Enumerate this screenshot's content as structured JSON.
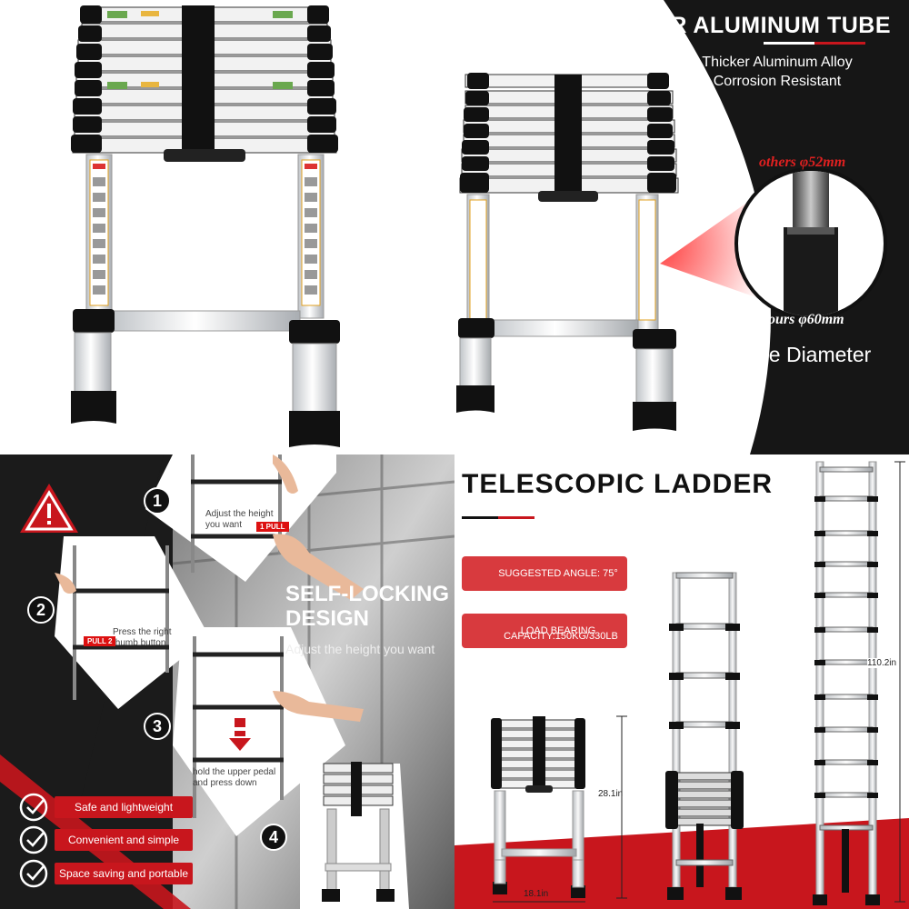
{
  "q2": {
    "title": "THICKER ALUMINUM TUBE",
    "subtitle_line1": "Thicker Aluminum Alloy",
    "subtitle_line2": "Corrosion Resistant",
    "others_label": "others φ52mm",
    "ours_label": "ours φ60mm",
    "tube_label": "Tube Diameter"
  },
  "q3": {
    "title_line1": "SELF-LOCKING",
    "title_line2": "DESIGN",
    "subtitle": "Adjust the height you want",
    "steps": [
      "1",
      "2",
      "3",
      "4"
    ],
    "step1_hint_line1": "Adjust the height",
    "step1_hint_line2": "you want",
    "step1_pull": "1 PULL",
    "step2_hint_line1": "Press the right",
    "step2_hint_line2": "thumb button",
    "step2_pull": "PULL 2",
    "step3_hint_line1": "hold the upper pedal",
    "step3_hint_line2": "and press down",
    "features": [
      "Safe and lightweight",
      "Convenient and simple",
      "Space saving and portable"
    ]
  },
  "q4": {
    "title": "TELESCOPIC LADDER",
    "angle": "SUGGESTED ANGLE: 75°",
    "load_line1": "LOAD BEARING",
    "load_line2": "CAPACITY:150KG/330LB",
    "height_collapsed": "28.1in",
    "width": "18.1in",
    "height_extended": "110.2in"
  },
  "colors": {
    "accent_red": "#c8161d",
    "pill_red": "#d83a3e",
    "dark_bg": "#1b1b1b"
  }
}
